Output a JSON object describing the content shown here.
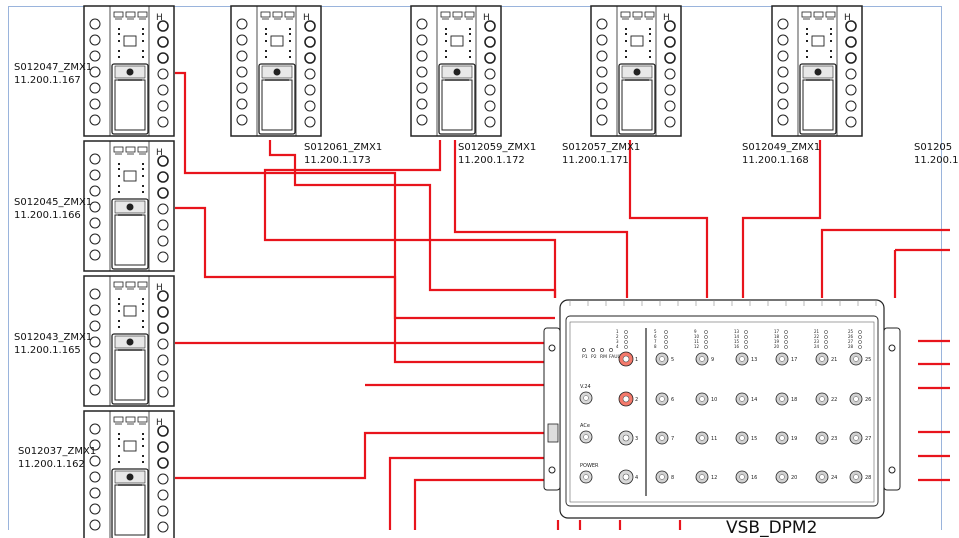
{
  "colors": {
    "wire": "#e8141c",
    "device": "#222222",
    "border": "#9ab4dc",
    "port_red": "#f47a6c"
  },
  "top_devices": [
    {
      "name": "S012047_ZMX1",
      "ip": "11.200.1.167"
    },
    {
      "name": "S012061_ZMX1",
      "ip": "11.200.1.173"
    },
    {
      "name": "S012059_ZMX1",
      "ip": "11.200.1.172"
    },
    {
      "name": "S012057_ZMX1",
      "ip": "11.200.1.171"
    },
    {
      "name": "S012049_ZMX1",
      "ip": "11.200.1.168"
    },
    {
      "name": "S01205",
      "ip": "11.200.1"
    }
  ],
  "left_devices": [
    {
      "name": "S012045_ZMX1",
      "ip": "11.200.1.166"
    },
    {
      "name": "S012043_ZMX1",
      "ip": "11.200.1.165"
    },
    {
      "name": "S012037_ZMX1",
      "ip": "11.200.1.162"
    }
  ],
  "switch": {
    "label": "VSB_DPM2",
    "status_leds": [
      "P1",
      "P2",
      "RM",
      "FAULT"
    ],
    "left_ports": [
      "1",
      "2",
      "3",
      "4"
    ],
    "power_labels": [
      "V.24",
      "ACe",
      "POWER"
    ],
    "port_columns": [
      [
        "5",
        "6",
        "7",
        "8"
      ],
      [
        "9",
        "10",
        "11",
        "12"
      ],
      [
        "13",
        "14",
        "15",
        "16"
      ],
      [
        "17",
        "18",
        "19",
        "20"
      ],
      [
        "21",
        "22",
        "23",
        "24"
      ],
      [
        "25",
        "26",
        "27",
        "28"
      ]
    ],
    "led_columns": [
      [
        "5",
        "6",
        "7",
        "8"
      ],
      [
        "9",
        "10",
        "11",
        "12"
      ],
      [
        "13",
        "14",
        "15",
        "16"
      ],
      [
        "17",
        "18",
        "19",
        "20"
      ],
      [
        "21",
        "22",
        "23",
        "24"
      ],
      [
        "25",
        "26",
        "27",
        "28"
      ]
    ],
    "led_col_left": [
      "1",
      "2",
      "3",
      "4"
    ]
  }
}
